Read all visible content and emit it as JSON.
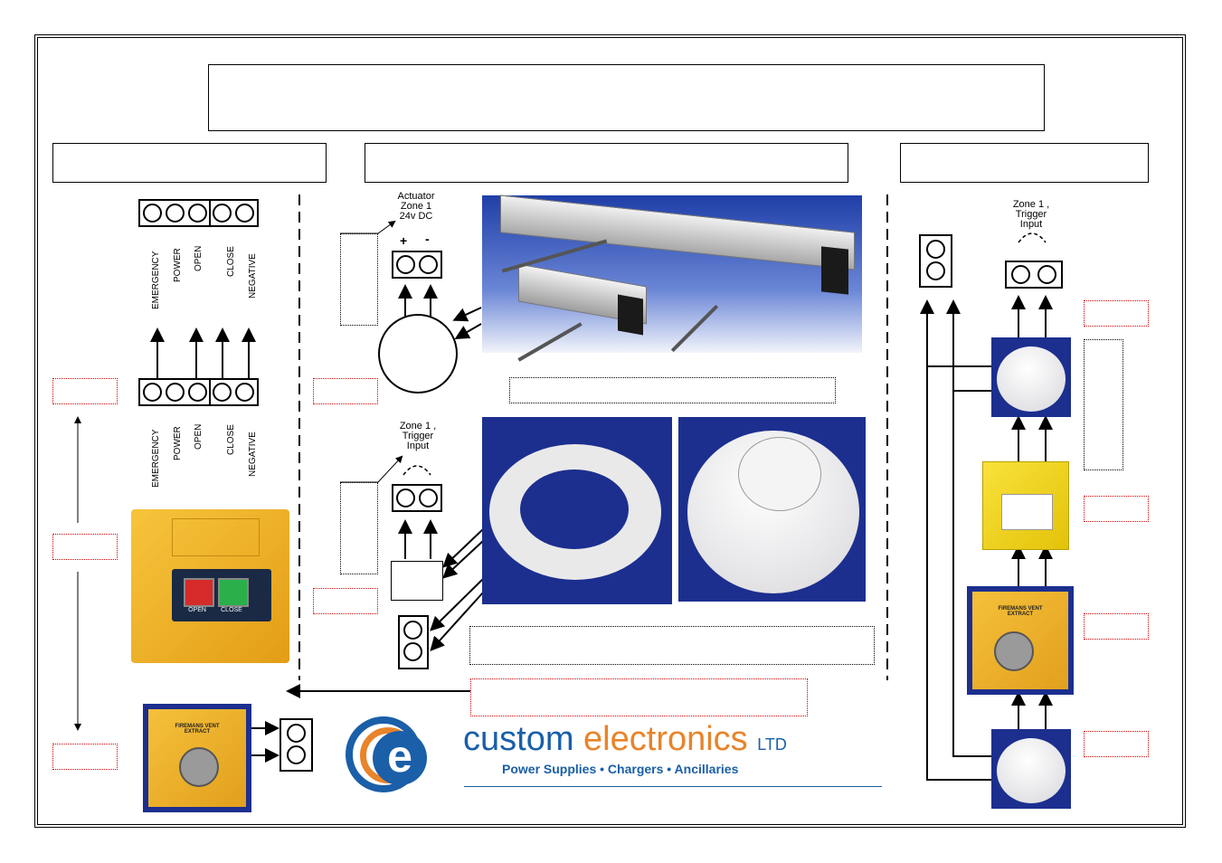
{
  "actuator_label": [
    "Actuator",
    "Zone 1",
    "24v DC"
  ],
  "actuator_polarity": {
    "plus": "+",
    "minus": "-"
  },
  "trigger_label": [
    "Zone 1 ,",
    "Trigger",
    "Input"
  ],
  "terminal_labels": [
    "EMERGENCY",
    "POWER",
    "OPEN",
    "CLOSE",
    "NEGATIVE"
  ],
  "panel_buttons": {
    "open": "OPEN",
    "close": "CLOSE"
  },
  "keyswitch_text": "FIREMANS VENT EXTRACT",
  "logo": {
    "name_part1": "custom",
    "name_part2": "electronics",
    "suffix": "LTD",
    "tagline": "Power Supplies • Chargers • Ancillaries"
  },
  "colors": {
    "brand_blue": "#1a5fa8",
    "brand_orange": "#e8842a",
    "warning_red": "#c00000",
    "panel_yellow": "#f4b323"
  }
}
